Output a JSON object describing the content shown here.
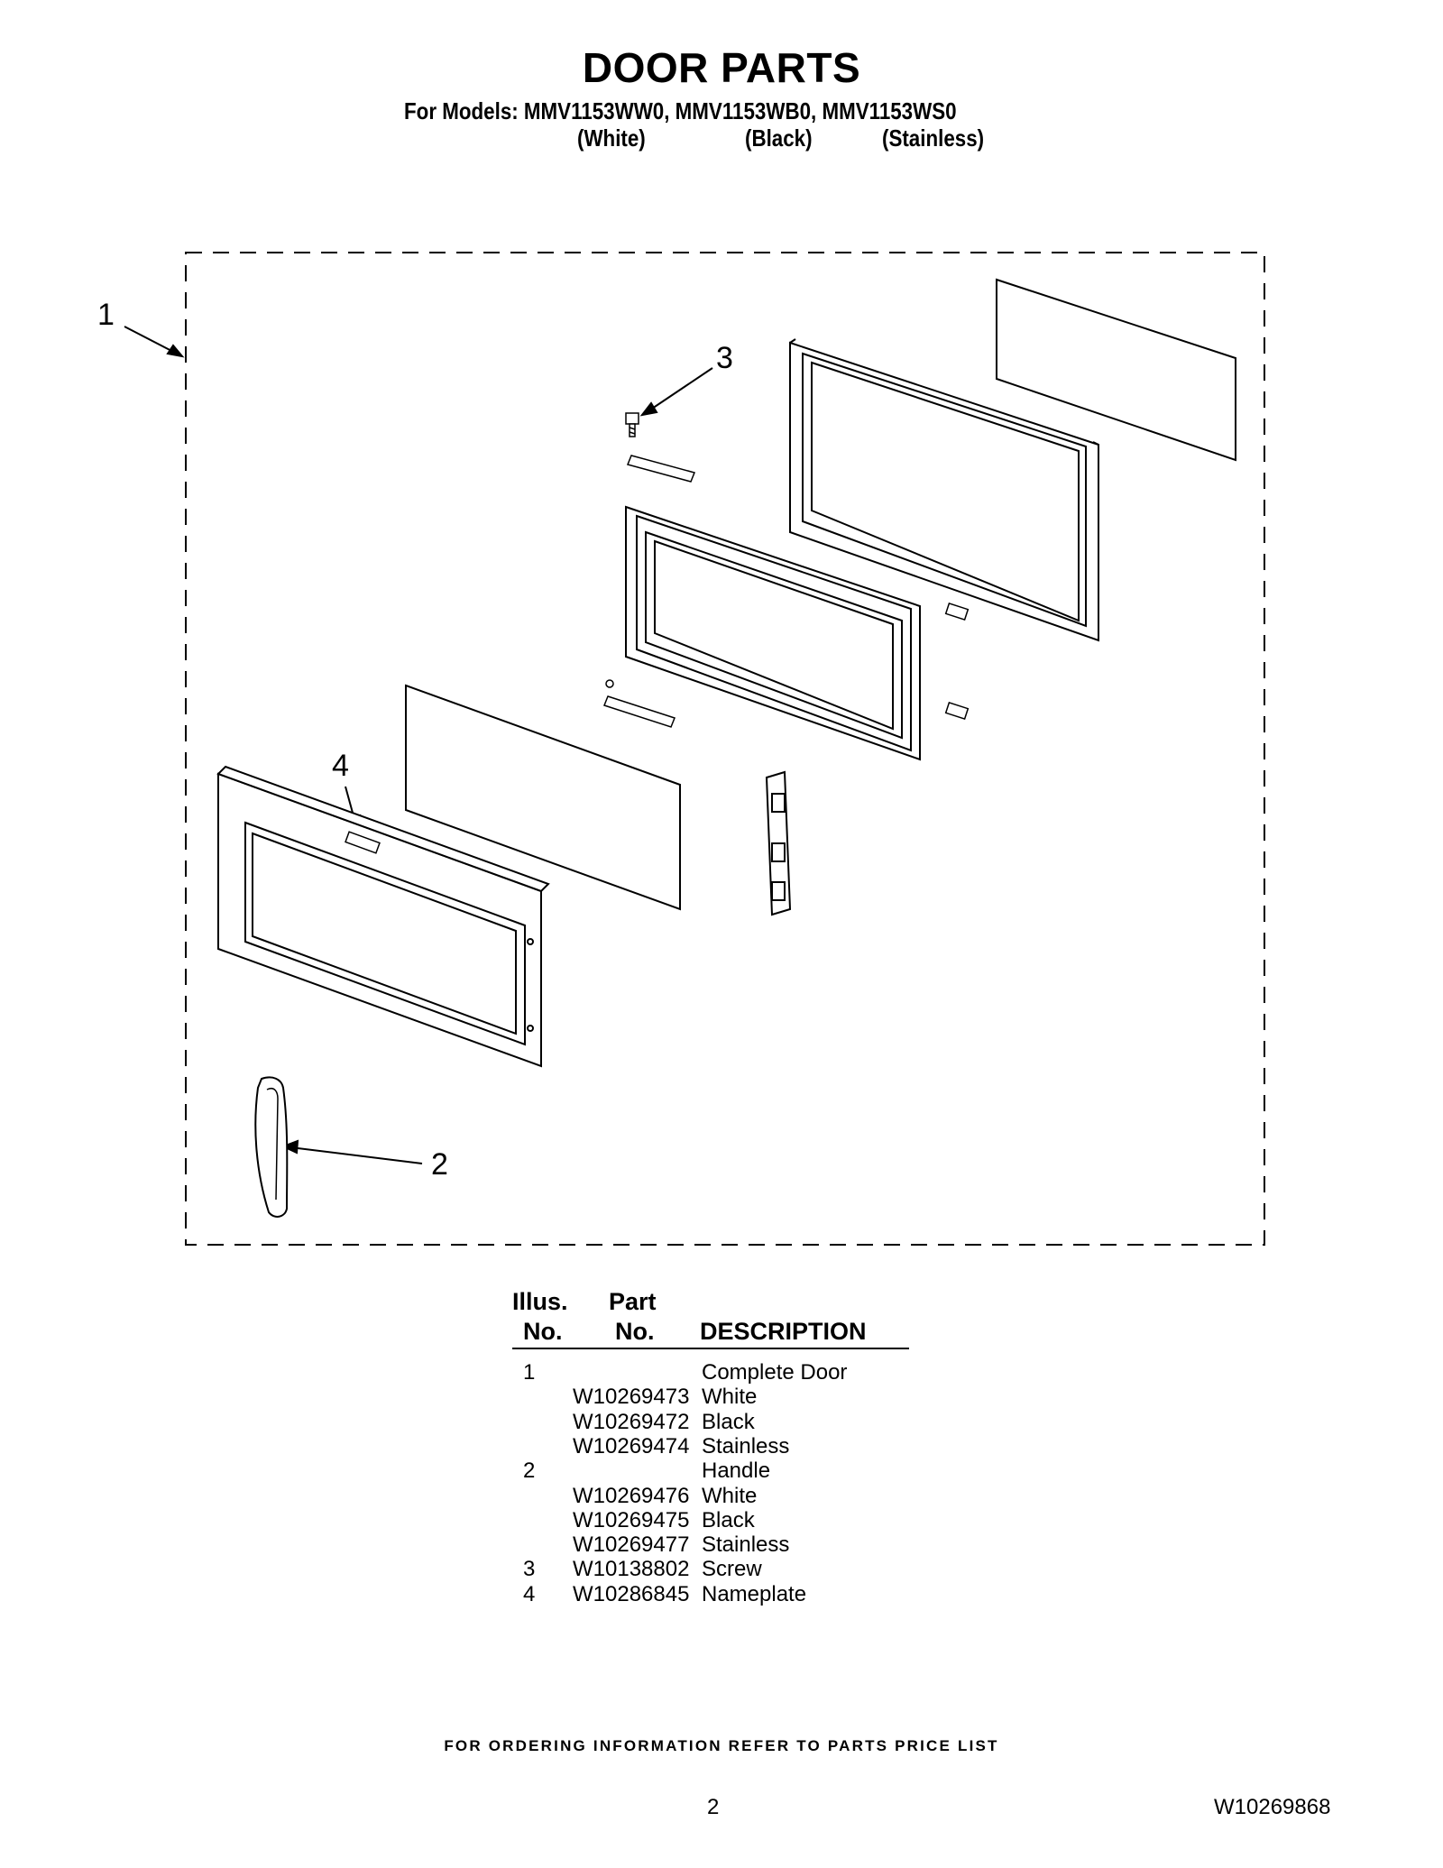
{
  "header": {
    "title": "DOOR PARTS",
    "models_line": "For Models: MMV1153WW0, MMV1153WB0, MMV1153WS0",
    "variants": [
      "(White)",
      "(Black)",
      "(Stainless)"
    ]
  },
  "diagram": {
    "callouts": [
      "1",
      "2",
      "3",
      "4"
    ]
  },
  "table": {
    "headers": {
      "illus_top": "Illus.",
      "illus_bottom": "No.",
      "part_top": "Part",
      "part_bottom": "No.",
      "description": "DESCRIPTION"
    },
    "rows": [
      {
        "illus": "1",
        "part": "",
        "desc": "Complete Door"
      },
      {
        "illus": "",
        "part": "W10269473",
        "desc": "White"
      },
      {
        "illus": "",
        "part": "W10269472",
        "desc": "Black"
      },
      {
        "illus": "",
        "part": "W10269474",
        "desc": "Stainless"
      },
      {
        "illus": "2",
        "part": "",
        "desc": "Handle"
      },
      {
        "illus": "",
        "part": "W10269476",
        "desc": "White"
      },
      {
        "illus": "",
        "part": "W10269475",
        "desc": "Black"
      },
      {
        "illus": "",
        "part": "W10269477",
        "desc": "Stainless"
      },
      {
        "illus": "3",
        "part": "W10138802",
        "desc": "Screw"
      },
      {
        "illus": "4",
        "part": "W10286845",
        "desc": "Nameplate"
      }
    ]
  },
  "footer": {
    "note": "FOR ORDERING INFORMATION REFER TO PARTS PRICE LIST",
    "page_number": "2",
    "doc_number": "W10269868"
  }
}
